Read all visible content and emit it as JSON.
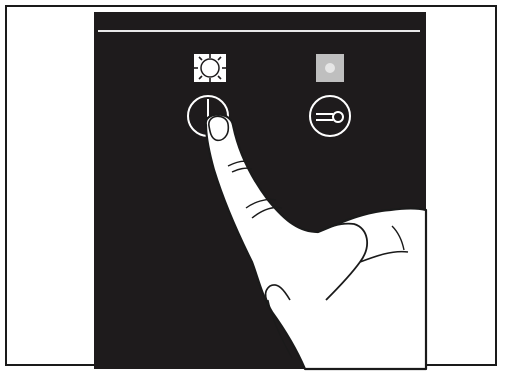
{
  "panel": {
    "background_color": "#1e1b1c",
    "line_color": "#e8e8e8"
  },
  "controls": [
    {
      "name": "on-off",
      "indicator": "sun-indicator-lit",
      "button_icon": "power-icon",
      "indicator_state": "lit"
    },
    {
      "name": "lock",
      "indicator": "square-indicator-unlit",
      "button_icon": "key-icon",
      "indicator_state": "unlit"
    }
  ],
  "illustration": {
    "subject": "finger-pressing-button"
  }
}
